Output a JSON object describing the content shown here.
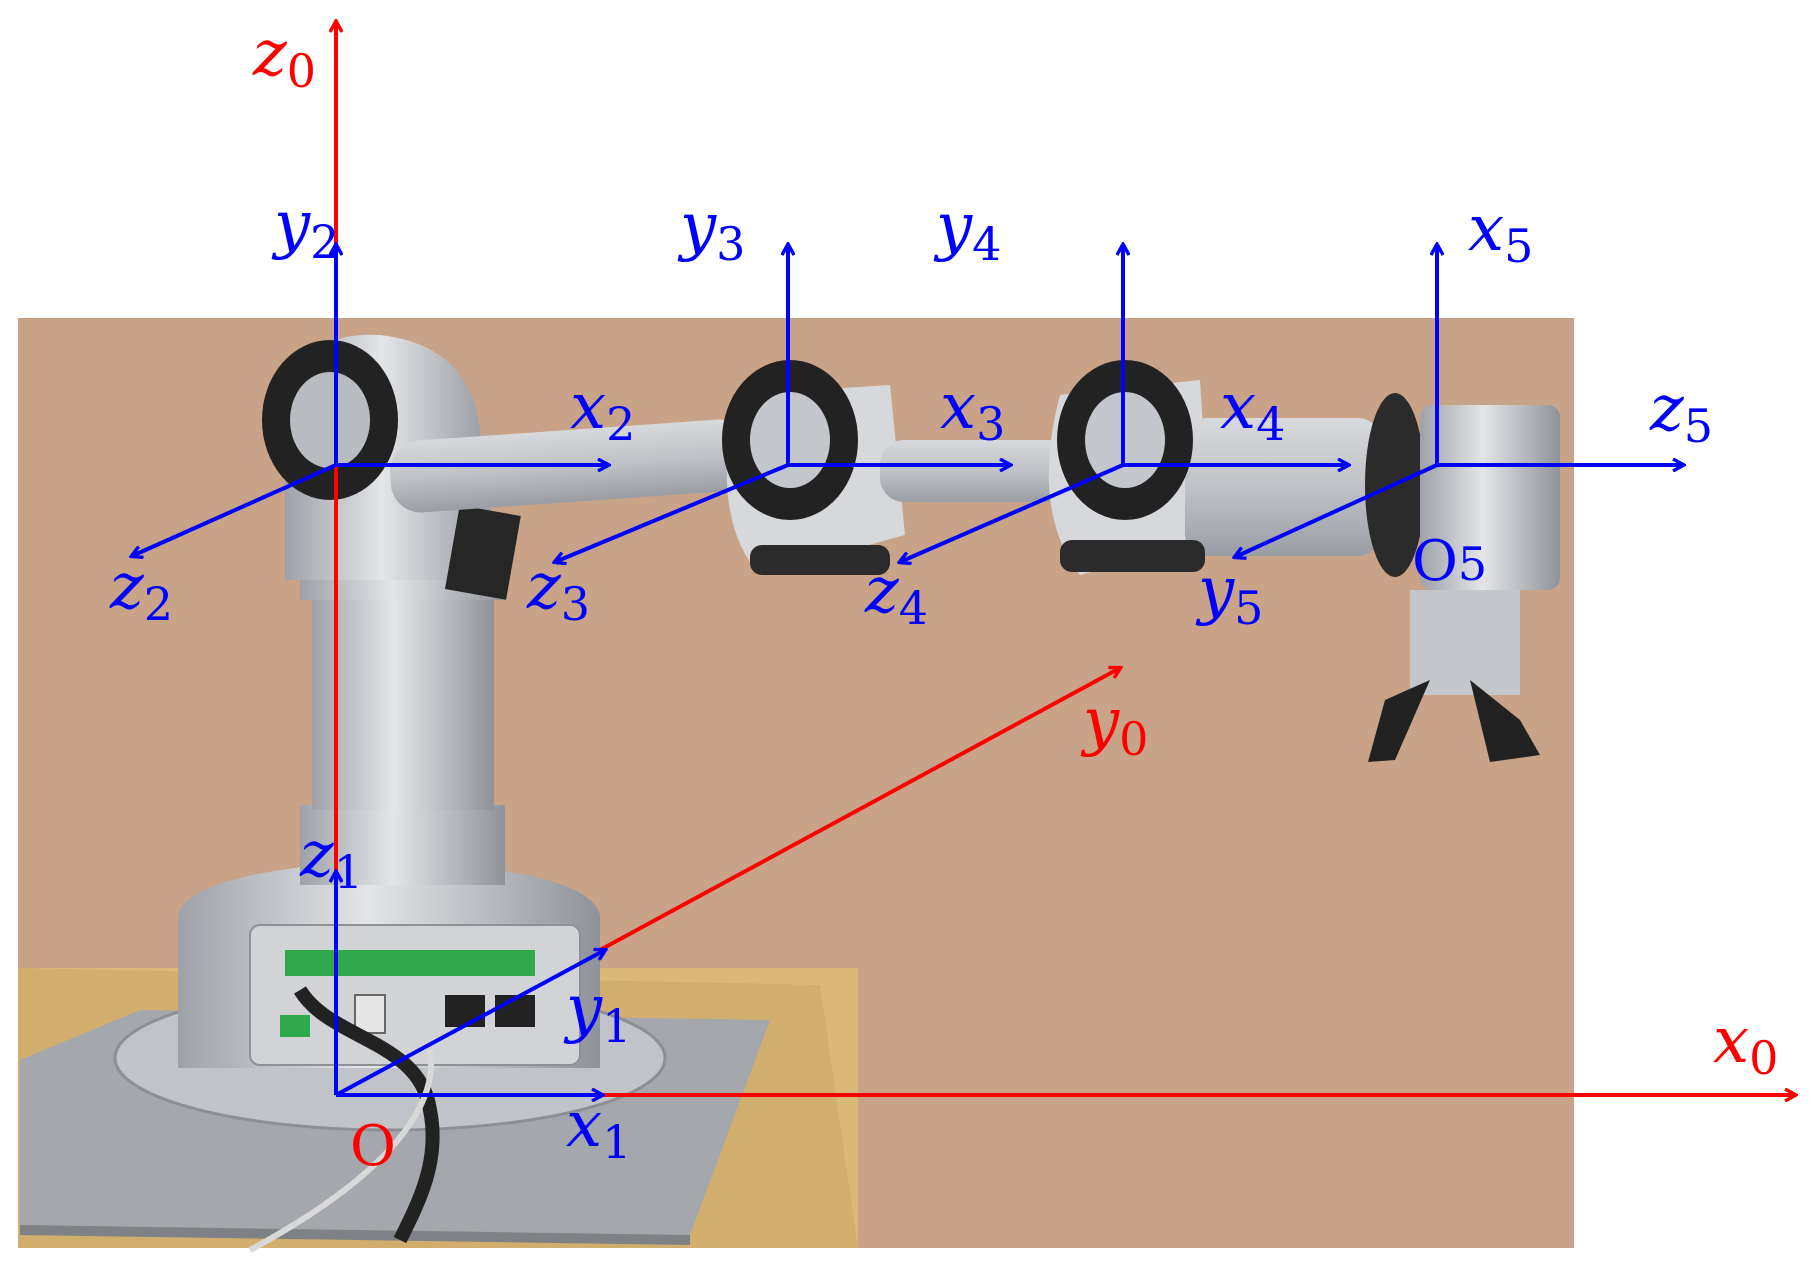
{
  "colors": {
    "base_frame": "#ff0000",
    "joint_frames": "#0000ff",
    "backdrop": "#c9a388",
    "table": "#d9b878",
    "robot_metal": "#b9bcc0",
    "pad_dark": "#2b2b2b"
  },
  "origins": {
    "base": "O",
    "end_effector": {
      "letter": "O",
      "sub": "5"
    }
  },
  "frames": [
    {
      "id": "f0",
      "color": "base_frame",
      "axes": [
        {
          "name": "x",
          "sub": "0"
        },
        {
          "name": "y",
          "sub": "0"
        },
        {
          "name": "z",
          "sub": "0"
        }
      ]
    },
    {
      "id": "f1",
      "color": "joint_frames",
      "axes": [
        {
          "name": "x",
          "sub": "1"
        },
        {
          "name": "y",
          "sub": "1"
        },
        {
          "name": "z",
          "sub": "1"
        }
      ]
    },
    {
      "id": "f2",
      "color": "joint_frames",
      "axes": [
        {
          "name": "x",
          "sub": "2"
        },
        {
          "name": "y",
          "sub": "2"
        },
        {
          "name": "z",
          "sub": "2"
        }
      ]
    },
    {
      "id": "f3",
      "color": "joint_frames",
      "axes": [
        {
          "name": "x",
          "sub": "3"
        },
        {
          "name": "y",
          "sub": "3"
        },
        {
          "name": "z",
          "sub": "3"
        }
      ]
    },
    {
      "id": "f4",
      "color": "joint_frames",
      "axes": [
        {
          "name": "x",
          "sub": "4"
        },
        {
          "name": "y",
          "sub": "4"
        },
        {
          "name": "z",
          "sub": "4"
        }
      ]
    },
    {
      "id": "f5",
      "color": "joint_frames",
      "axes": [
        {
          "name": "x",
          "sub": "5"
        },
        {
          "name": "y",
          "sub": "5"
        },
        {
          "name": "z",
          "sub": "5"
        }
      ]
    }
  ]
}
